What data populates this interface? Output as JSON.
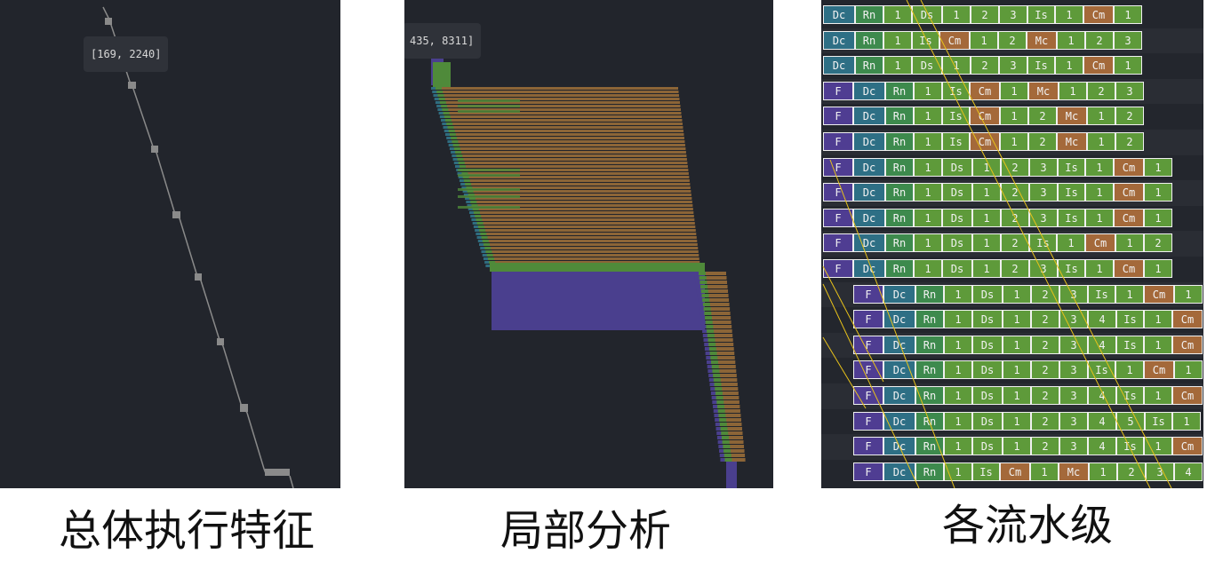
{
  "panels": {
    "overall": {
      "tooltip": "[169, 2240]",
      "caption": "总体执行特征",
      "colors": {
        "bg": "#22252c",
        "trace": "#8a8a8a"
      }
    },
    "local": {
      "tooltip": "435, 8311]",
      "caption": "局部分析",
      "colors": {
        "bg": "#22252c",
        "orange": "#8c6537",
        "green": "#4f8a3a",
        "purple": "#4a3f8e",
        "teal": "#2f6d80"
      }
    },
    "stages": {
      "caption": "各流水级",
      "colors": {
        "F": "#4f3d92",
        "Dc": "#2e6f85",
        "Rn": "#3d8a4d",
        "Ds": "#5e9a3a",
        "Is": "#5e9a3a",
        "Cm": "#a4693a",
        "Mc": "#a4693a",
        "num": "#5e9a3a",
        "row_alt": "#2a2d34",
        "dep_line": "#e8c21a"
      },
      "rows": [
        [
          "Dc",
          "Rn",
          "1",
          "Ds",
          "1",
          "2",
          "3",
          "Is",
          "1",
          "Cm",
          "1"
        ],
        [
          "Dc",
          "Rn",
          "1",
          "Is",
          "Cm",
          "1",
          "2",
          "Mc",
          "1",
          "2",
          "3"
        ],
        [
          "Dc",
          "Rn",
          "1",
          "Ds",
          "1",
          "2",
          "3",
          "Is",
          "1",
          "Cm",
          "1"
        ],
        [
          "F",
          "Dc",
          "Rn",
          "1",
          "Is",
          "Cm",
          "1",
          "Mc",
          "1",
          "2",
          "3"
        ],
        [
          "F",
          "Dc",
          "Rn",
          "1",
          "Is",
          "Cm",
          "1",
          "2",
          "Mc",
          "1",
          "2"
        ],
        [
          "F",
          "Dc",
          "Rn",
          "1",
          "Is",
          "Cm",
          "1",
          "2",
          "Mc",
          "1",
          "2"
        ],
        [
          "F",
          "Dc",
          "Rn",
          "1",
          "Ds",
          "1",
          "2",
          "3",
          "Is",
          "1",
          "Cm",
          "1"
        ],
        [
          "F",
          "Dc",
          "Rn",
          "1",
          "Ds",
          "1",
          "2",
          "3",
          "Is",
          "1",
          "Cm",
          "1"
        ],
        [
          "F",
          "Dc",
          "Rn",
          "1",
          "Ds",
          "1",
          "2",
          "3",
          "Is",
          "1",
          "Cm",
          "1"
        ],
        [
          "F",
          "Dc",
          "Rn",
          "1",
          "Ds",
          "1",
          "2",
          "Is",
          "1",
          "Cm",
          "1",
          "2"
        ],
        [
          "F",
          "Dc",
          "Rn",
          "1",
          "Ds",
          "1",
          "2",
          "3",
          "Is",
          "1",
          "Cm",
          "1"
        ],
        [
          "F",
          "Dc",
          "Rn",
          "1",
          "Ds",
          "1",
          "2",
          "3",
          "Is",
          "1",
          "Cm",
          "1"
        ],
        [
          "F",
          "Dc",
          "Rn",
          "1",
          "Ds",
          "1",
          "2",
          "3",
          "4",
          "Is",
          "1",
          "Cm"
        ],
        [
          "F",
          "Dc",
          "Rn",
          "1",
          "Ds",
          "1",
          "2",
          "3",
          "4",
          "Is",
          "1",
          "Cm"
        ],
        [
          "F",
          "Dc",
          "Rn",
          "1",
          "Ds",
          "1",
          "2",
          "3",
          "Is",
          "1",
          "Cm",
          "1"
        ],
        [
          "F",
          "Dc",
          "Rn",
          "1",
          "Ds",
          "1",
          "2",
          "3",
          "4",
          "Is",
          "1",
          "Cm"
        ],
        [
          "F",
          "Dc",
          "Rn",
          "1",
          "Ds",
          "1",
          "2",
          "3",
          "4",
          "5",
          "Is",
          "1"
        ],
        [
          "F",
          "Dc",
          "Rn",
          "1",
          "Ds",
          "1",
          "2",
          "3",
          "4",
          "Is",
          "1",
          "Cm"
        ],
        [
          "F",
          "Dc",
          "Rn",
          "1",
          "Is",
          "Cm",
          "1",
          "Mc",
          "1",
          "2",
          "3",
          "4"
        ]
      ]
    }
  }
}
